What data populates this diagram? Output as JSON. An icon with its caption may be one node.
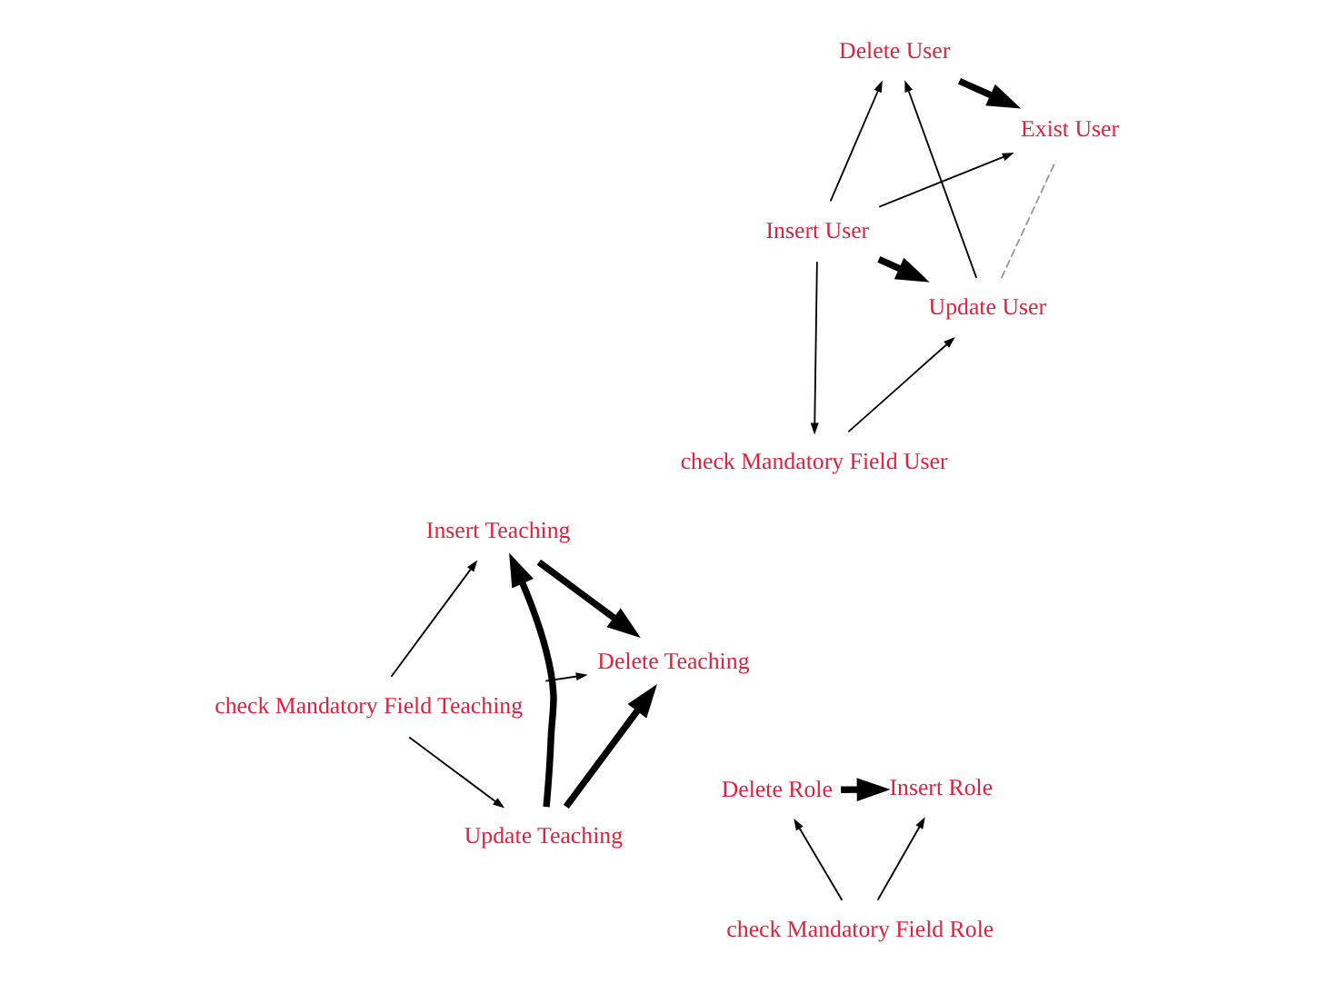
{
  "diagram": {
    "nodes": [
      {
        "text": [
          "check Mandatory Field Teaching"
        ]
      },
      {
        "text": [
          "Delete Teaching"
        ]
      },
      {
        "text": [
          "Update Teaching"
        ]
      },
      {
        "text": [
          "Insert Teaching"
        ]
      },
      {
        "text": [
          "Delete Role"
        ]
      },
      {
        "text": [
          "Insert Role"
        ]
      },
      {
        "text": [
          "check Mandatory Field Role"
        ]
      },
      {
        "text": [
          "check Mandatory Field User"
        ]
      },
      {
        "text": [
          "Update User"
        ]
      },
      {
        "text": [
          "Insert User"
        ]
      },
      {
        "text": [
          "Delete User"
        ]
      },
      {
        "text": [
          "Exist User"
        ]
      }
    ],
    "edges": [
      {
        "from": 0,
        "to": 2,
        "arrow": "to"
      },
      {
        "from": 0,
        "to": 3,
        "arrow": "to"
      },
      {
        "from": 0,
        "to": 1,
        "arrow": "to"
      },
      {
        "from": 2,
        "to": 1,
        "arrow": "to",
        "style": "thick"
      },
      {
        "from": 2,
        "to": 3,
        "arrow": "to",
        "style": "thick"
      },
      {
        "from": 3,
        "to": 1,
        "arrow": "to",
        "style": "thick"
      },
      {
        "from": 4,
        "to": 5,
        "arrow": "to",
        "style": "thick"
      },
      {
        "from": 6,
        "to": 5,
        "arrow": "to"
      },
      {
        "from": 6,
        "to": 4,
        "arrow": "to"
      },
      {
        "from": 7,
        "to": 8,
        "arrow": "to"
      },
      {
        "from": 9,
        "to": 7,
        "arrow": "to"
      },
      {
        "from": 9,
        "to": 8,
        "arrow": "to",
        "style": "thick"
      },
      {
        "from": 9,
        "to": 10,
        "arrow": "to"
      },
      {
        "from": 9,
        "to": 11,
        "arrow": "to"
      },
      {
        "from": 8,
        "to": 10,
        "arrow": "to"
      },
      {
        "from": 8,
        "to": 11,
        "arrow": "none",
        "style": "dashed",
        "color": "#999999"
      },
      {
        "from": 10,
        "to": 11,
        "arrow": "to",
        "style": "thick"
      }
    ]
  }
}
